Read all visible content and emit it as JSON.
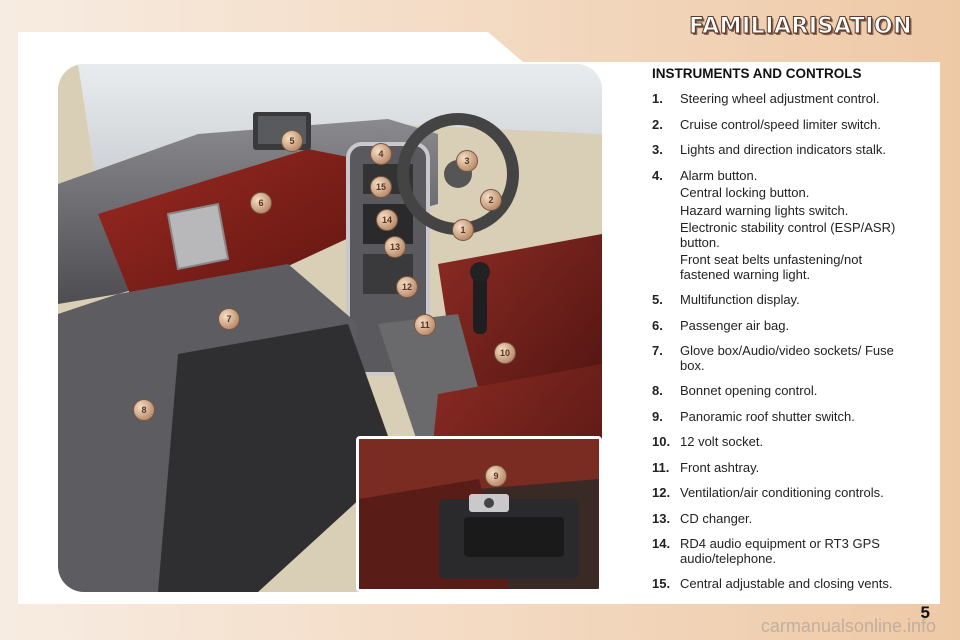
{
  "header": {
    "title": "FAMILIARISATION"
  },
  "section_title": "INSTRUMENTS AND CONTROLS",
  "items": [
    {
      "num": "1.",
      "lines": [
        "Steering wheel adjustment control."
      ]
    },
    {
      "num": "2.",
      "lines": [
        "Cruise control/speed limiter switch."
      ]
    },
    {
      "num": "3.",
      "lines": [
        "Lights and direction indicators stalk."
      ]
    },
    {
      "num": "4.",
      "lines": [
        "Alarm button.",
        "Central locking button.",
        "Hazard warning lights switch.",
        "Electronic stability control (ESP/ASR) button.",
        "Front seat belts unfastening/not fastened warning light."
      ]
    },
    {
      "num": "5.",
      "lines": [
        "Multifunction display."
      ]
    },
    {
      "num": "6.",
      "lines": [
        "Passenger air bag."
      ]
    },
    {
      "num": "7.",
      "lines": [
        "Glove box/Audio/video sockets/ Fuse box."
      ]
    },
    {
      "num": "8.",
      "lines": [
        "Bonnet opening control."
      ]
    },
    {
      "num": "9.",
      "lines": [
        "Panoramic roof shutter switch."
      ]
    },
    {
      "num": "10.",
      "lines": [
        "12 volt socket."
      ]
    },
    {
      "num": "11.",
      "lines": [
        "Front ashtray."
      ]
    },
    {
      "num": "12.",
      "lines": [
        "Ventilation/air conditioning controls."
      ]
    },
    {
      "num": "13.",
      "lines": [
        "CD changer."
      ]
    },
    {
      "num": "14.",
      "lines": [
        "RD4 audio equipment or RT3 GPS audio/telephone."
      ]
    },
    {
      "num": "15.",
      "lines": [
        "Central adjustable and closing vents."
      ]
    }
  ],
  "callouts": [
    "1",
    "2",
    "3",
    "4",
    "5",
    "6",
    "7",
    "8",
    "9",
    "10",
    "11",
    "12",
    "13",
    "14",
    "15"
  ],
  "page_number": "5",
  "watermark": "carmanualsonline.info",
  "colors": {
    "dash_red": "#7a1e1a",
    "dash_grey": "#6f6f72",
    "floor": "#2e2e30",
    "accent_tan": "#c8a080"
  }
}
